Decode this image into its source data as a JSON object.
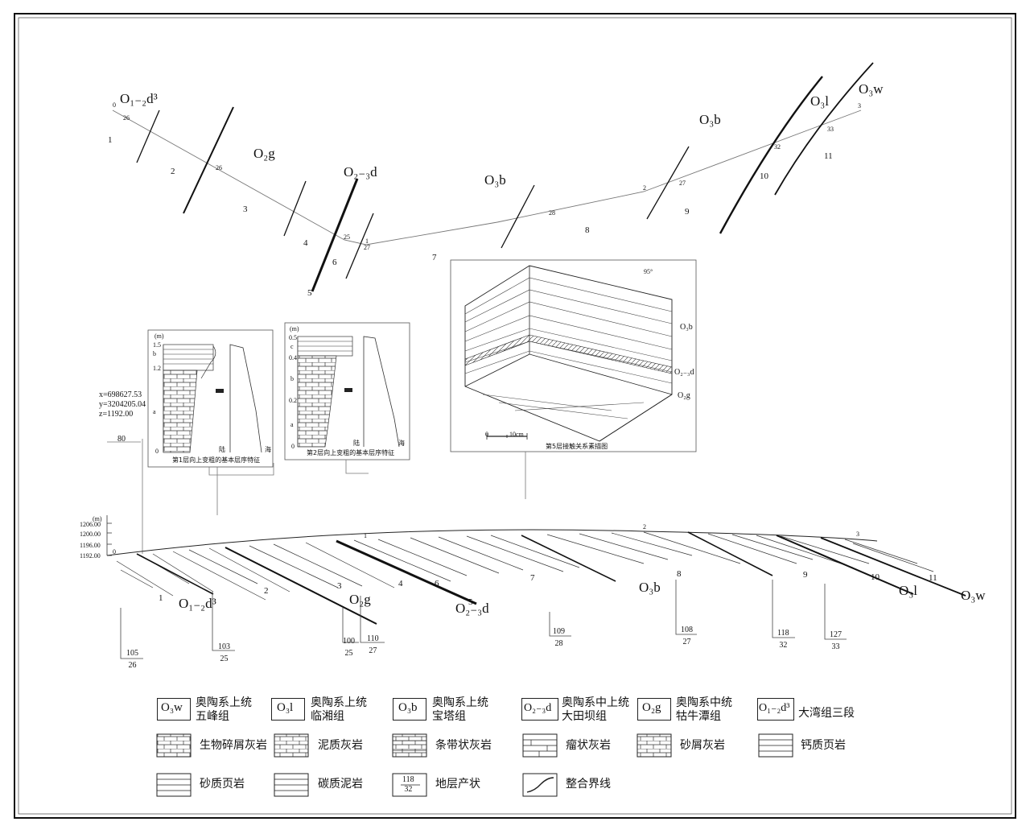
{
  "map": {
    "formations": {
      "o12d3_top": "O₁₋₂d³",
      "o2g_top": "O₂g",
      "o23d_top": "O₂₋₃d",
      "o3b_top_a": "O₃b",
      "o3b_top_b": "O₃b",
      "o3l_top": "O₃l",
      "o3w_top": "O₃w"
    },
    "layers": [
      "1",
      "2",
      "3",
      "4",
      "5",
      "6",
      "7",
      "8",
      "9",
      "10",
      "11"
    ],
    "traverse_marks": {
      "p0": "0",
      "p26a": "26",
      "p26b": "26",
      "p25": "25",
      "p1": "1",
      "p27a": "27",
      "p28": "28",
      "p2": "2",
      "p27b": "27",
      "p32": "32",
      "p33": "33",
      "p3": "3"
    }
  },
  "coords": {
    "x": "x=698627.53",
    "y": "y=3204205.04",
    "z": "z=1192.00"
  },
  "layer80": "80",
  "inset1": {
    "unit": "(m)",
    "ticks": [
      "1.5",
      "b",
      "1.2",
      "a",
      "0"
    ],
    "land": "陆",
    "sea": "海",
    "caption": "第1层向上变粗的基本层序特征"
  },
  "inset2": {
    "unit": "(m)",
    "ticks": [
      "0.5",
      "c",
      "0.4",
      "b",
      "0.2",
      "a",
      "0"
    ],
    "land": "陆",
    "sea": "海",
    "caption": "第2层向上变粗的基本层序特征"
  },
  "inset3": {
    "direction": "95°",
    "o3b": "O₃b",
    "o23d": "O₂₋₃d",
    "o2g": "O₂g",
    "scale0": "0",
    "scale10": "10cm",
    "caption": "第5层接触关系素描图"
  },
  "section": {
    "unit": "(m)",
    "elevations": [
      "1206.00",
      "1200.00",
      "1196.00",
      "1192.00"
    ],
    "start": "0",
    "marks": [
      "1",
      "2",
      "3"
    ],
    "layers": [
      "1",
      "2",
      "3",
      "4",
      "5",
      "6",
      "7",
      "8",
      "9",
      "10",
      "11"
    ],
    "formations": {
      "o12d3": "O₁₋₂d³",
      "o2g": "O₂g",
      "o23d": "O₂₋₃d",
      "o3b": "O₃b",
      "o3l": "O₃l",
      "o3w": "O₃w"
    },
    "attitudes": [
      {
        "dir": "105",
        "dip": "26"
      },
      {
        "dir": "103",
        "dip": "25"
      },
      {
        "dir": "100",
        "dip": "25"
      },
      {
        "dir": "110",
        "dip": "27"
      },
      {
        "dir": "109",
        "dip": "28"
      },
      {
        "dir": "108",
        "dip": "27"
      },
      {
        "dir": "118",
        "dip": "32"
      },
      {
        "dir": "127",
        "dip": "33"
      }
    ]
  },
  "legend": {
    "units": [
      {
        "code": "O₃w",
        "text1": "奥陶系上统",
        "text2": "五峰组"
      },
      {
        "code": "O₃l",
        "text1": "奥陶系上统",
        "text2": "临湘组"
      },
      {
        "code": "O₃b",
        "text1": "奥陶系上统",
        "text2": "宝塔组"
      },
      {
        "code": "O₂₋₃d",
        "text1": "奥陶系中上统",
        "text2": "大田坝组"
      },
      {
        "code": "O₂g",
        "text1": "奥陶系中统",
        "text2": "牯牛潭组"
      },
      {
        "code": "O₁₋₂d³",
        "text1": "大湾组三段",
        "text2": ""
      }
    ],
    "lithology": [
      "生物碎屑灰岩",
      "泥质灰岩",
      "条带状灰岩",
      "瘤状灰岩",
      "砂屑灰岩",
      "钙质页岩",
      "砂质页岩",
      "碳质泥岩"
    ],
    "attitude_sample": {
      "dir": "118",
      "dip": "32",
      "label": "地层产状"
    },
    "boundary_label": "整合界线"
  }
}
